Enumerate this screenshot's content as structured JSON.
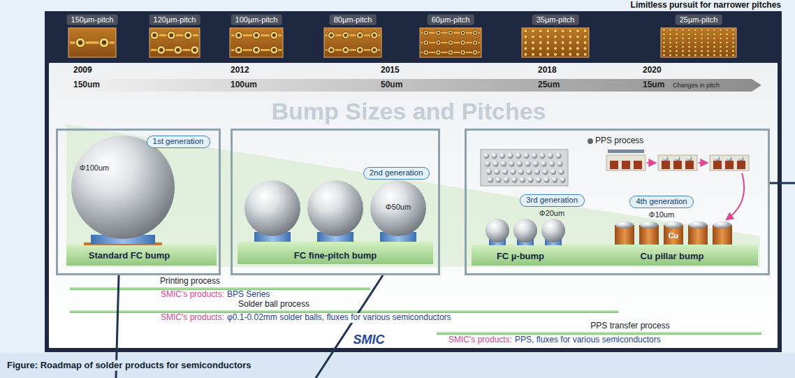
{
  "diagram": {
    "title": "Limitless pursuit for narrower pitches",
    "caption": "Figure: Roadmap of solder products for semiconductors",
    "nodes": [
      {
        "text": [
          "150µm-pitch"
        ]
      },
      {
        "text": [
          "120µm-pitch"
        ]
      },
      {
        "text": [
          "100µm-pitch"
        ]
      },
      {
        "text": [
          "80µm-pitch"
        ]
      },
      {
        "text": [
          "60µm-pitch"
        ]
      },
      {
        "text": [
          "35µm-pitch"
        ]
      },
      {
        "text": [
          "25µm-pitch"
        ]
      },
      {
        "text": [
          "150um",
          "100um",
          "50um",
          "25um",
          "15um",
          "Changes in pitch"
        ]
      },
      {
        "text": [
          "Φ100um",
          "Standard FC bump"
        ]
      },
      {
        "text": [
          "1st generation"
        ],
        "in": 8
      },
      {
        "text": [
          "Φ50um",
          "FC fine-pitch bump"
        ]
      },
      {
        "text": [
          "2nd generation"
        ],
        "in": 10
      },
      {
        "text": [
          "PPS process",
          "Φ20um",
          "FC µ-bump",
          "Φ10um",
          "Cu",
          "Cu pillar bump"
        ]
      },
      {
        "text": [
          "3rd generation"
        ],
        "in": 12
      },
      {
        "text": [
          "4th generation"
        ],
        "in": 12
      },
      {
        "text": [
          "Printing process",
          "SMIC's products:",
          "BPS Series"
        ]
      },
      {
        "text": [
          "Solder ball process",
          "SMIC's products:",
          "φ0.1-0.02mm solder balls, fluxes for various semiconductors"
        ]
      },
      {
        "text": [
          "PPS transfer process",
          "SMIC's products:",
          "PPS, fluxes for various semiconductors"
        ]
      }
    ],
    "labels": [
      "2009",
      "2012",
      "2015",
      "2018",
      "2020",
      "Bump Sizes and Pitches",
      "SMIC"
    ]
  }
}
